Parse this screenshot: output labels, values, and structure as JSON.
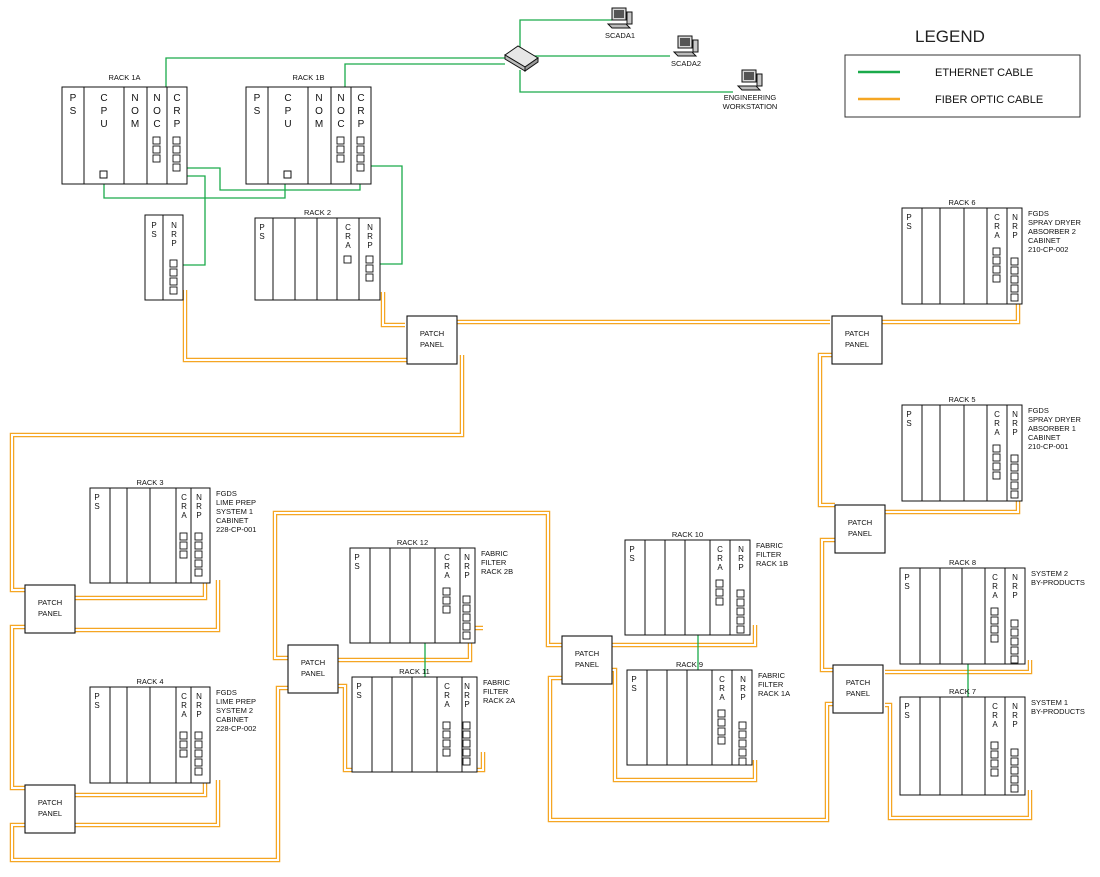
{
  "legend": {
    "title": "LEGEND",
    "ethernet_label": "ETHERNET CABLE",
    "fiber_label": "FIBER OPTIC CABLE",
    "ethernet_color": "#1aaa4a",
    "fiber_color": "#f5a623"
  },
  "devices": {
    "scada1": "SCADA1",
    "scada2": "SCADA2",
    "workstation": [
      "ENGINEERING",
      "WORKSTATION"
    ]
  },
  "patch_panel_lines": [
    "PATCH",
    "PANEL"
  ],
  "racks": {
    "rack1a": {
      "title": "RACK 1A",
      "modules": [
        "PS",
        "CPU",
        "NOM",
        "NOC",
        "CRP"
      ]
    },
    "rack1b": {
      "title": "RACK 1B",
      "modules": [
        "PS",
        "CPU",
        "NOM",
        "NOC",
        "CRP"
      ]
    },
    "rack_nrp_small": {
      "modules": [
        "PS",
        "NRP"
      ]
    },
    "rack2": {
      "title": "RACK 2",
      "modules": [
        "PS",
        "CRA",
        "NRP"
      ]
    },
    "rack3": {
      "title": "RACK 3",
      "modules": [
        "PS",
        "CRA",
        "NRP"
      ],
      "caption": [
        "FGDS",
        "LIME PREP",
        "SYSTEM 1",
        "CABINET",
        "228-CP-001"
      ]
    },
    "rack4": {
      "title": "RACK 4",
      "modules": [
        "PS",
        "CRA",
        "NRP"
      ],
      "caption": [
        "FGDS",
        "LIME PREP",
        "SYSTEM 2",
        "CABINET",
        "228-CP-002"
      ]
    },
    "rack5": {
      "title": "RACK 5",
      "modules": [
        "PS",
        "CRA",
        "NRP"
      ],
      "caption": [
        "FGDS",
        "SPRAY DRYER",
        "ABSORBER 1",
        "CABINET",
        "210-CP-001"
      ]
    },
    "rack6": {
      "title": "RACK 6",
      "modules": [
        "PS",
        "CRA",
        "NRP"
      ],
      "caption": [
        "FGDS",
        "SPRAY DRYER",
        "ABSORBER 2",
        "CABINET",
        "210-CP-002"
      ]
    },
    "rack7": {
      "title": "RACK 7",
      "modules": [
        "PS",
        "CRA",
        "NRP"
      ],
      "caption": [
        "SYSTEM 1",
        "BY-PRODUCTS"
      ]
    },
    "rack8": {
      "title": "RACK 8",
      "modules": [
        "PS",
        "CRA",
        "NRP"
      ],
      "caption": [
        "SYSTEM 2",
        "BY-PRODUCTS"
      ]
    },
    "rack9": {
      "title": "RACK 9",
      "modules": [
        "PS",
        "CRA",
        "NRP"
      ],
      "caption": [
        "FABRIC",
        "FILTER",
        "RACK 1A"
      ]
    },
    "rack10": {
      "title": "RACK 10",
      "modules": [
        "PS",
        "CRA",
        "NRP"
      ],
      "caption": [
        "FABRIC",
        "FILTER",
        "RACK 1B"
      ]
    },
    "rack11": {
      "title": "RACK 11",
      "modules": [
        "PS",
        "CRA",
        "NRP"
      ],
      "caption": [
        "FABRIC",
        "FILTER",
        "RACK 2A"
      ]
    },
    "rack12": {
      "title": "RACK 12",
      "modules": [
        "PS",
        "CRA",
        "NRP"
      ],
      "caption": [
        "FABRIC",
        "FILTER",
        "RACK 2B"
      ]
    }
  }
}
